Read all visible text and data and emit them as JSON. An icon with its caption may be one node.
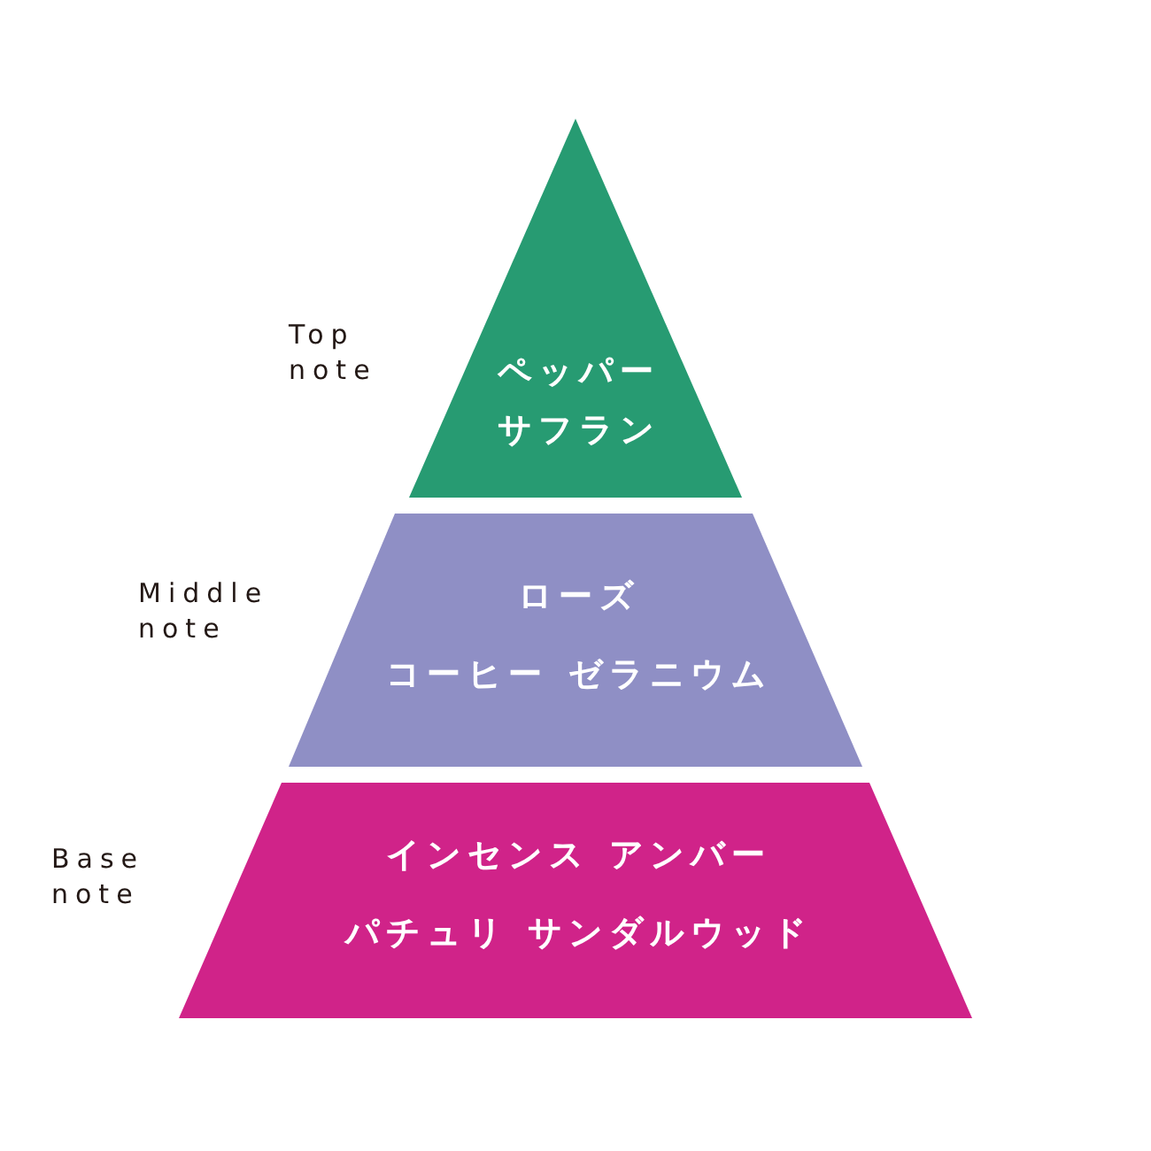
{
  "diagram": {
    "nodes": [
      {
        "text": [
          "ペッパー",
          "サフラン"
        ],
        "beside": [
          "Top note"
        ]
      },
      {
        "text": [
          "ローズ",
          "コーヒー ゼラニウム"
        ],
        "beside": [
          "Middle note"
        ]
      },
      {
        "text": [
          "インセンス アンバー",
          "パチュリ サンダルウッド"
        ],
        "beside": [
          "Base note"
        ]
      }
    ]
  }
}
